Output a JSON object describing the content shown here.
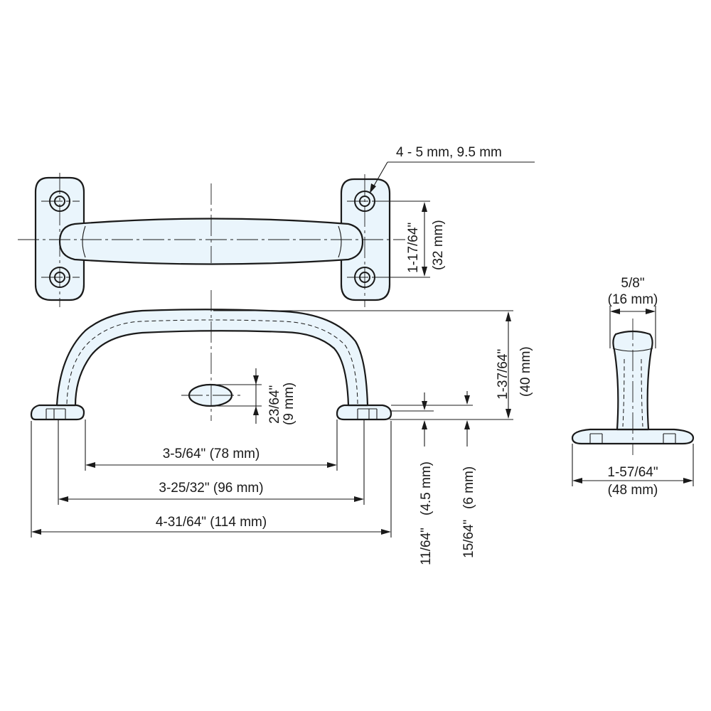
{
  "labels": {
    "hole_spec": "4 - 5 mm, 9.5 mm",
    "base_pitch_in": "1-17/64\"",
    "base_pitch_mm": "(32 mm)",
    "height_in": "1-37/64\"",
    "height_mm": "(40 mm)",
    "grip_thickness_in": "23/64\"",
    "grip_thickness_mm": "(9 mm)",
    "inner_length": "3-5/64\" (78 mm)",
    "hole_pitch": "3-25/32\" (96 mm)",
    "overall_length": "4-31/64\" (114 mm)",
    "foot_thickness_a_in": "11/64\"",
    "foot_thickness_a_mm": "(4.5 mm)",
    "foot_thickness_b_in": "15/64\"",
    "foot_thickness_b_mm": "(6 mm)",
    "grip_width_in": "5/8\"",
    "grip_width_mm": "(16 mm)",
    "base_width_in": "1-57/64\"",
    "base_width_mm": "(48 mm)"
  }
}
